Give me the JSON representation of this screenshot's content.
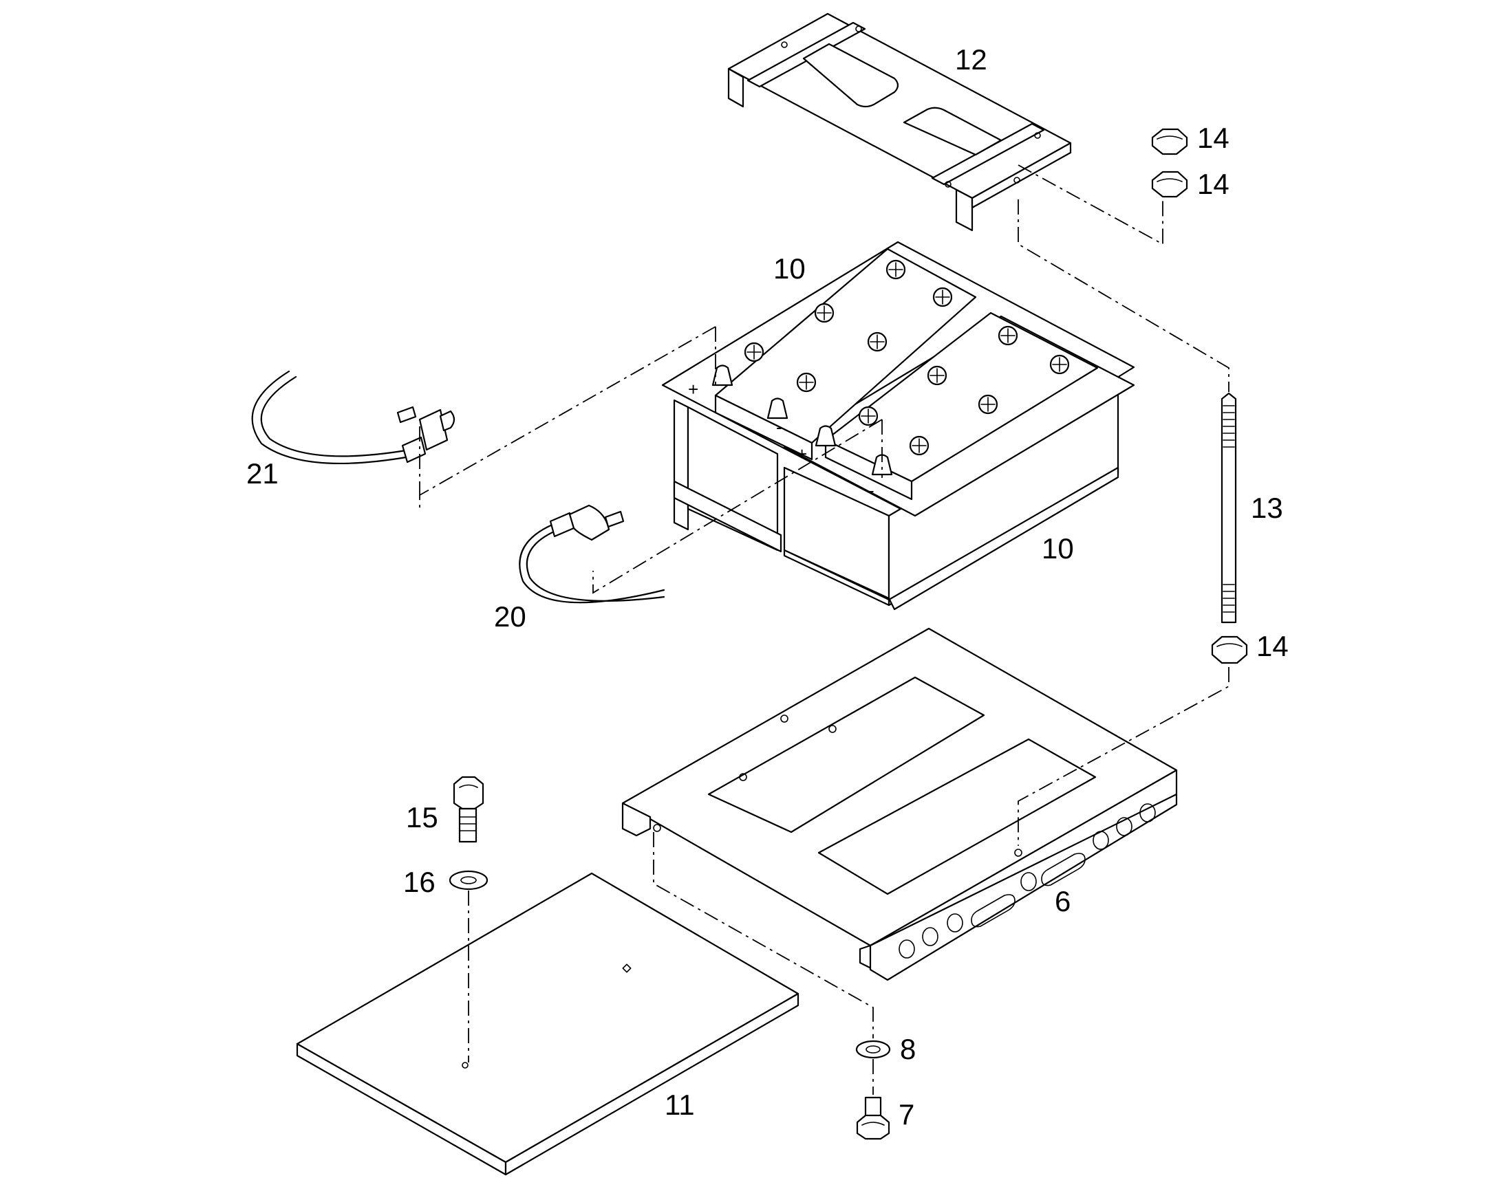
{
  "callouts": {
    "c12": "12",
    "c14a": "14",
    "c14b": "14",
    "c14c": "14",
    "c10a": "10",
    "c10b": "10",
    "c13": "13",
    "c21": "21",
    "c20": "20",
    "c15": "15",
    "c16": "16",
    "c6": "6",
    "c8": "8",
    "c7": "7",
    "c11": "11"
  },
  "terminal_signs": {
    "plus_a": "+",
    "minus_a": "-",
    "plus_b": "+",
    "minus_b": "-"
  },
  "colors": {
    "line": "#000000",
    "background": "#ffffff"
  }
}
